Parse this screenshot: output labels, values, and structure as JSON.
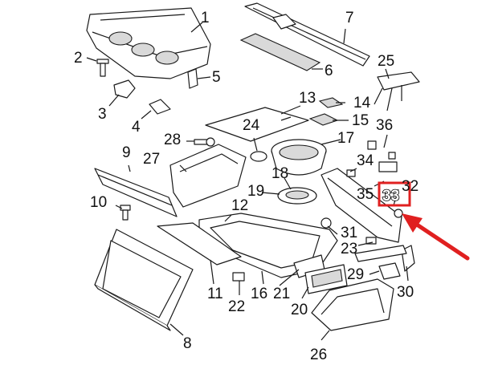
{
  "diagram": {
    "highlight_color": "#e02020",
    "line_color": "#1a1a1a",
    "highlighted_part": "33",
    "callouts": [
      "1",
      "2",
      "3",
      "4",
      "5",
      "6",
      "7",
      "8",
      "9",
      "10",
      "11",
      "12",
      "13",
      "14",
      "15",
      "16",
      "17",
      "18",
      "19",
      "20",
      "21",
      "22",
      "23",
      "24",
      "25",
      "26",
      "27",
      "28",
      "29",
      "30",
      "31",
      "32",
      "33",
      "34",
      "35",
      "36"
    ]
  }
}
